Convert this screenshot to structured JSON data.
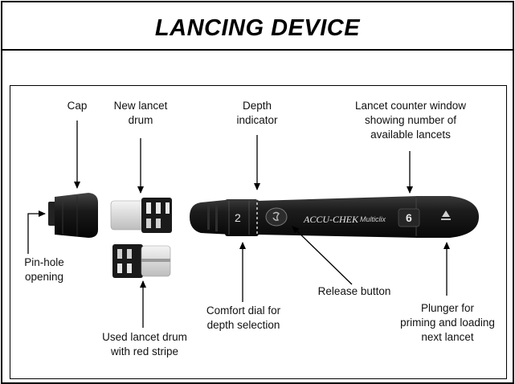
{
  "title": "LANCING DEVICE",
  "device_text": {
    "brand": "ACCU-CHEK",
    "model": "Multiclix",
    "counter_digit": "6",
    "dial_digit": "2"
  },
  "labels": {
    "cap": "Cap",
    "new_drum": [
      "New lancet",
      "drum"
    ],
    "depth_indicator": [
      "Depth",
      "indicator"
    ],
    "counter_window": [
      "Lancet counter window",
      "showing number of",
      "available lancets"
    ],
    "pinhole": [
      "Pin-hole",
      "opening"
    ],
    "release_button": "Release button",
    "comfort_dial": [
      "Comfort dial for",
      "depth selection"
    ],
    "used_drum": [
      "Used lancet drum",
      "with red stripe"
    ],
    "plunger": [
      "Plunger for",
      "priming and loading",
      "next lancet"
    ]
  },
  "colors": {
    "device_body": "#161616",
    "drum_light": "#e6e6e6",
    "outline": "#000000"
  }
}
